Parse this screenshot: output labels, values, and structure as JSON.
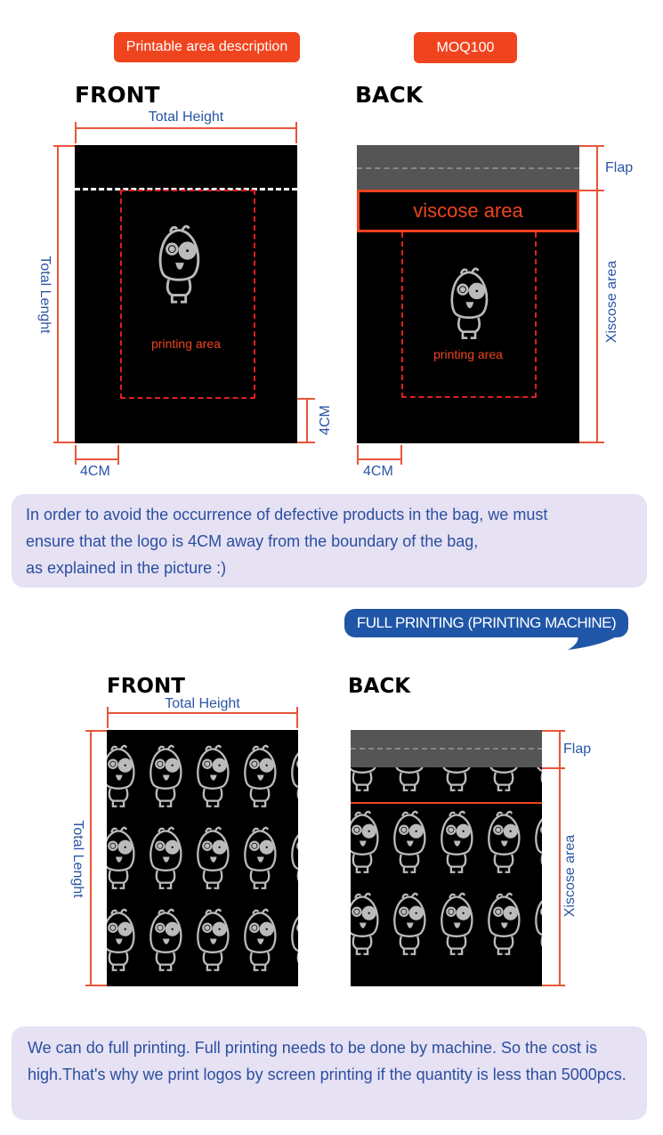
{
  "top": {
    "badge_left": "Printable area description",
    "badge_right": "MOQ100",
    "front_title": "FRONT",
    "back_title": "BACK",
    "total_height": "Total Height",
    "total_length": "Total Lenght",
    "printing_area": "printing area",
    "viscose_area": "viscose area",
    "flap": "Flap",
    "xiscose_area": "Xiscose area",
    "margin": "4CM"
  },
  "info1": {
    "lines": [
      "In order to avoid the occurrence of defective products in the bag, we must",
      "ensure that the logo is 4CM away from the boundary of the bag,",
      "as explained in the picture :)"
    ]
  },
  "bottom": {
    "bubble": "FULL PRINTING (PRINTING MACHINE)",
    "front_title": "FRONT",
    "back_title": "BACK",
    "total_height": "Total Height",
    "total_length": "Total Lenght",
    "flap": "Flap",
    "xiscose_area": "Xiscose area"
  },
  "info2": {
    "text": "We can do full printing. Full printing needs to be done by machine. So the cost is high.That's why we print logos by screen printing if the quantity is less than 5000pcs."
  },
  "colors": {
    "accent": "#f0441f",
    "blue": "#2a55a5",
    "panel": "#e6e1f3"
  }
}
